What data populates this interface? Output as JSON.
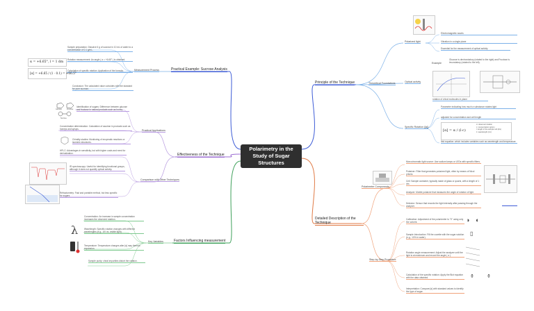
{
  "central": "Polarimetry in the Study of Sugar Structures",
  "branches": {
    "principle": {
      "title": "Principle of the Technique",
      "theoretical_foundations": "Theoretical Foundations",
      "polarized_light": "Polarized light",
      "pl_items": [
        "Electromagnetic waves",
        "Vibration in a single plane",
        "Essential for the measurement of optical activity"
      ],
      "optical_activity": "Optical activity",
      "example": "Example",
      "example_text": "Glucose is dextrorotatory (rotated to the right) and Fructose is levorotatory (rotated to the left).",
      "rotation_text": "rotation of chiral molecules in plane",
      "specific_rotation": "Specific Rotation ([α])",
      "sr_items": [
        "Parameter indicating how much a substance rotates light",
        "adjusted for concentration and cell length",
        "Ibid equation: which includes variables such as wavelength and temperature"
      ],
      "sr_legend": [
        "α: observed rotation",
        "c: concentration (g/mL)",
        "l: length of the sample cell (dm)",
        "λ: wavelength (nm)"
      ],
      "sr_formula": "[α] = α / (l·c)"
    },
    "detailed": {
      "title": "Detailed Description of the Technique",
      "components": "Polarimeter Components",
      "comp_items": [
        "Monochromatic light source: Use sodium lamps or LEDs with specific filters.",
        "Polarizer: Filter that generates polarized light, often by means of Nicol prisms.",
        "Cell: Sample container, typically made of glass or quartz, with a length of 1 dm.",
        "Analyzer: Mobile polarizer that measures the angle of rotation of light.",
        "Detector: Sensor that records the light intensity after passing through the analyzer."
      ],
      "steps": "Step-by-Step Procedure",
      "step_items": [
        "Calibration: Adjustment of the polarimeter to \"0\" using only the solvent.",
        "Sample Introduction: Fill the cuvette with the sugar solution (e.g., 10% in water).",
        "Rotation angle measurement: Adjust the analyzer until the light is at maximum and record the angle ( α ).",
        "Calculation of the specific rotation: Apply the Biot equation with the data obtained.",
        "Interpretation: Compare [α] with standard values to identify the type of sugar."
      ]
    },
    "example": {
      "title": "Practical Example: Sucrose Analysis",
      "measurement": "Measurement Process",
      "items": [
        "Sample preparation: Dissolve 6 g of sucrose in 10 mL of water to a concentration of 0.1 g/mL.",
        "Rotation measurement: An angle ( α = +6.65° ) is obtained.",
        "Calculation of specific rotation: Application of the formula.",
        "Conclusion: The calculated value coincides with the standard for pure sucrose."
      ],
      "formula1": "α = +6.65°, l = 1 dm",
      "formula2": "[α] = +6.65 / (1 · 0.1) = +66.5°"
    },
    "effectiveness": {
      "title": "Effectiveness of the Technique",
      "practical": "Practical Applications",
      "practical_items": [
        "Identification of sugars: Difference between glucose and fructose in natural products such as honey.",
        "Concentration determination: Calculation of sacchar in products such as honeys and syrups.",
        "Chirality studies: Monitoring of enzymatic reactions or isomeric structures."
      ],
      "comparison": "Comparison with Other Techniques",
      "comparison_items": [
        "HPLC: Advantages in sensitivity, but with higher costs and need for derivatization.",
        "IR spectroscopy: Useful for identifying functional groups, although it does not quantify optical activity.",
        "Refractometry: Fast and portable method, but less specific for sugars."
      ],
      "icon_labels": [
        "Glucose",
        "Fructose",
        "Sucrose"
      ]
    },
    "factors": {
      "title": "Factors Influencing measurement",
      "key": "Key Variables",
      "items": [
        "Concentration: An increase in sample concentration increases the observed rotation.",
        "Wavelength: Specific rotation changes with different wavelengths (e.g., UV vs. visible light).",
        "Temperature: Temperature changes alter [α] may thermal expansion.",
        "Sample purity: chiral impurities distort the rotation."
      ]
    }
  },
  "colors": {
    "central": "#2f2f2f",
    "blue": "#3c5bd6",
    "purple": "#9a6bd1",
    "green": "#3ea05a",
    "orange": "#e07a45"
  }
}
